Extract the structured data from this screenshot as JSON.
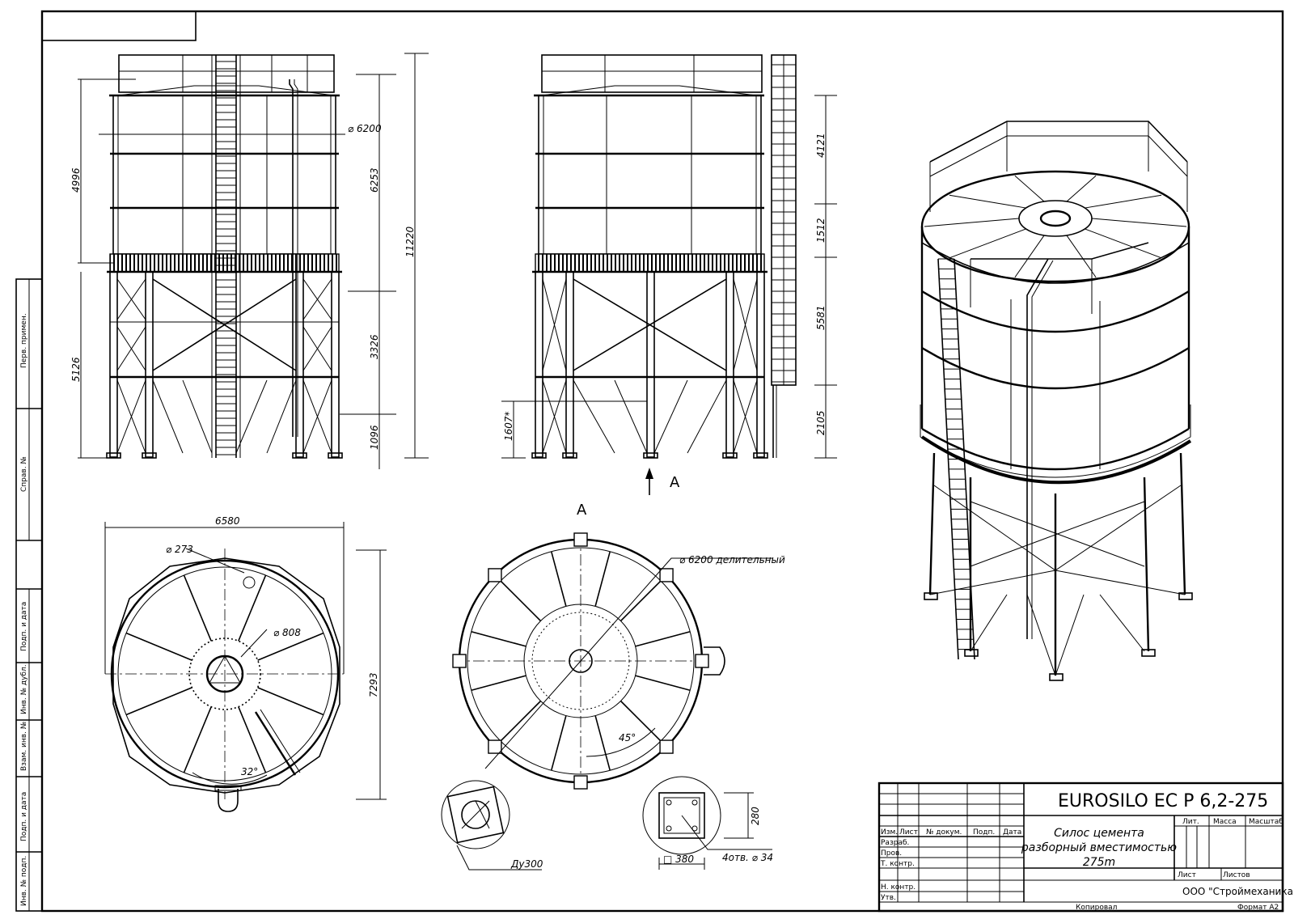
{
  "sheet": {
    "title_code": "EUROSILO EC P 6,2-275",
    "product_name": [
      "Силос цемента",
      "разборный вместимостью",
      "275m"
    ],
    "company": "ООО \"Строймеханика\"",
    "copied": "Копировал",
    "format": "Формат A2"
  },
  "title_block": {
    "cols": [
      "Изм.",
      "Лист",
      "№ докум.",
      "Подп.",
      "Дата"
    ],
    "rows": [
      "Разраб.",
      "Пров.",
      "Т. контр.",
      "Н. контр.",
      "Утв."
    ],
    "lit": "Лит.",
    "mass": "Масса",
    "scale": "Масштаб",
    "sheet_label": "Лист",
    "sheets_label": "Листов"
  },
  "side_strip": [
    "Перв. примен.",
    "Справ. №",
    "Подп. и дата",
    "Инв. № дубл.",
    "Взам. инв. №",
    "Подп. и дата",
    "Инв. № подп."
  ],
  "dimensions": {
    "front": [
      "⌀ 6200",
      "4996",
      "6253",
      "11220",
      "5126",
      "3326",
      "1096"
    ],
    "side": [
      "4121",
      "1512",
      "5581",
      "2105",
      "1607*"
    ],
    "view_arrow": "A",
    "plan": [
      "6580",
      "⌀ 273",
      "⌀ 808",
      "7293",
      "32°"
    ],
    "view_a_title": "A",
    "view_a": [
      "⌀ 6200 делительный",
      "45°"
    ],
    "detail_small": "Ду300",
    "detail_plate": [
      "280",
      "□ 380",
      "4отв. ⌀ 34"
    ]
  },
  "colors": {
    "line": "#000000",
    "paper": "#ffffff"
  }
}
